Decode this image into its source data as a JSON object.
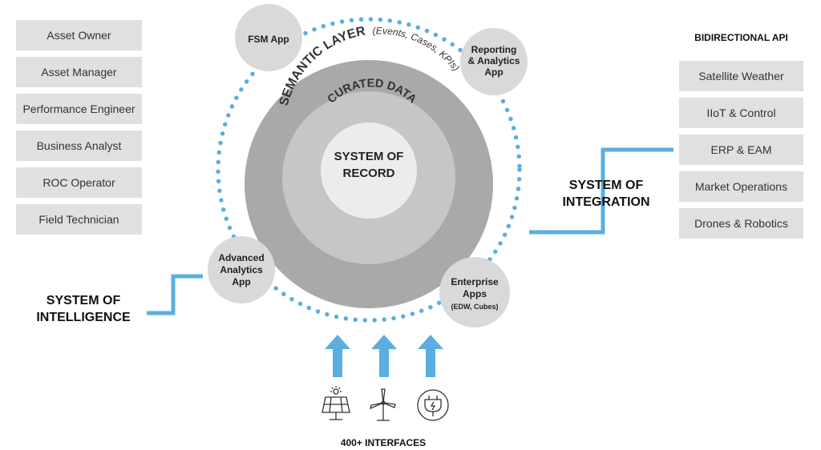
{
  "roles": [
    "Asset Owner",
    "Asset Manager",
    "Performance Engineer",
    "Business Analyst",
    "ROC Operator",
    "Field Technician"
  ],
  "api": {
    "title": "BIDIRECTIONAL API",
    "items": [
      "Satellite Weather",
      "IIoT & Control",
      "ERP & EAM",
      "Market Operations",
      "Drones & Robotics"
    ]
  },
  "core": {
    "semantic_main": "SEMANTIC LAYER",
    "semantic_sub": "(Events, Cases, KPIs)",
    "curated": "CURATED DATA",
    "record_line1": "SYSTEM OF",
    "record_line2": "RECORD"
  },
  "apps": {
    "fsm": "FSM App",
    "reporting_1": "Reporting",
    "reporting_2": "& Analytics",
    "reporting_3": "App",
    "advanced_1": "Advanced",
    "advanced_2": "Analytics",
    "advanced_3": "App",
    "enterprise_1": "Enterprise",
    "enterprise_2": "Apps",
    "enterprise_3": "(EDW, Cubes)"
  },
  "systems": {
    "integration_1": "SYSTEM OF",
    "integration_2": "INTEGRATION",
    "intelligence_1": "SYSTEM OF",
    "intelligence_2": "INTELLIGENCE"
  },
  "interfaces": {
    "label": "400+ INTERFACES",
    "icons": [
      "solar-panel-icon",
      "wind-turbine-icon",
      "ev-plug-icon"
    ]
  },
  "colors": {
    "accent": "#5aaee0",
    "outer_ring": "#a9a9a9",
    "middle_ring": "#c6c6c6",
    "inner_ring": "#d6d6d6",
    "core": "#ececec",
    "app_circle": "#d9d9d9",
    "box": "#e0e0e0"
  }
}
